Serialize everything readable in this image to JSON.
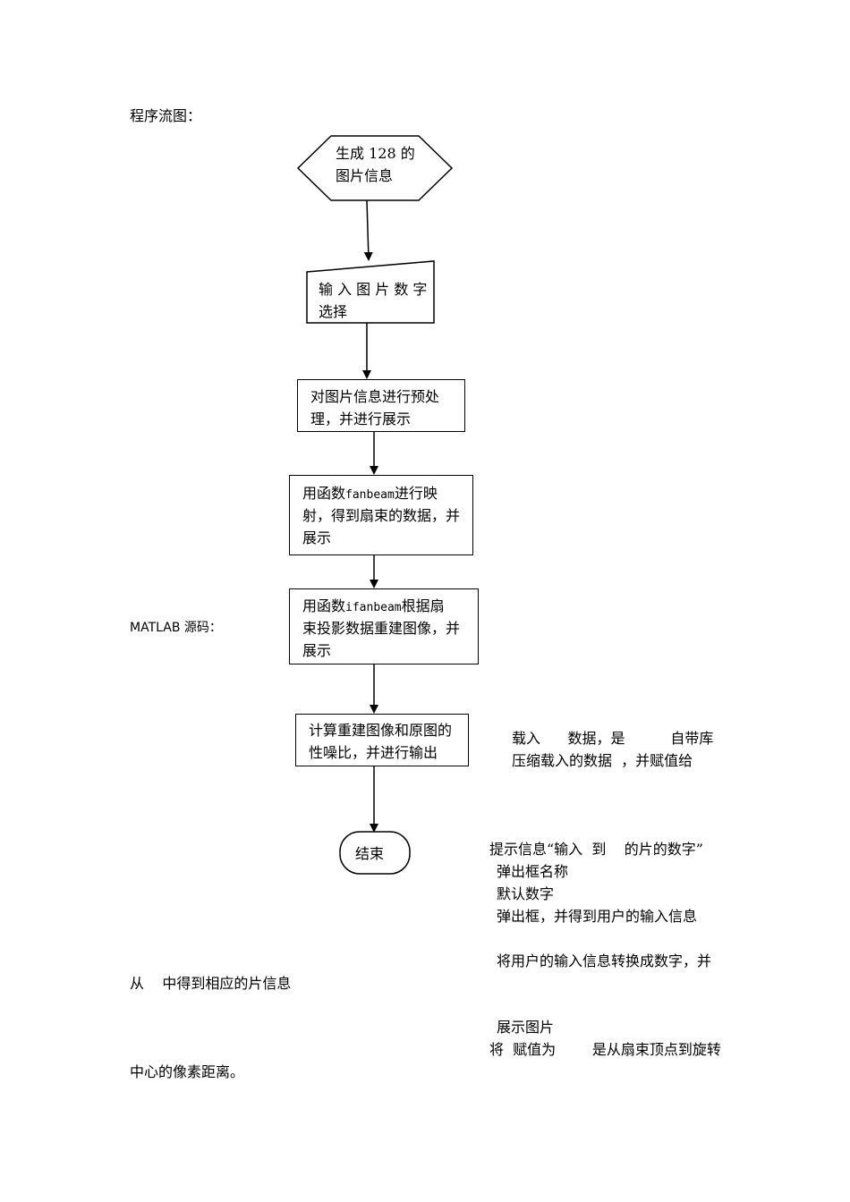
{
  "headings": {
    "flow_title": "程序流图：",
    "matlab_title": "MATLAB 源码："
  },
  "flowchart": {
    "start": {
      "line1": "生成 128 的",
      "line2": "图片信息"
    },
    "input": {
      "line1": "输 入 图 片 数 字",
      "line2": "选择"
    },
    "preprocess": {
      "line1": "对图片信息进行预处",
      "line2": "理，并进行展示"
    },
    "fanbeam": {
      "pre": "用函数",
      "func": "fanbeam",
      "post": "进行映",
      "line2": "射，得到扇束的数据，并",
      "line3": "展示"
    },
    "ifanbeam": {
      "pre": "用函数",
      "func": "ifanbeam",
      "post": "根据扇",
      "line2": "束投影数据重建图像，并",
      "line3": "展示"
    },
    "snr": {
      "line1": "计算重建图像和原图的",
      "line2": "性噪比，并进行输出"
    },
    "end": {
      "label": "结束"
    }
  },
  "notes": {
    "n1a": "载入      数据，是          自带库",
    "n1b": "压缩载入的数据  ，并赋值给",
    "n2a": "提示信息“输入  到    的片的数字”",
    "n2b": "弹出框名称",
    "n2c": "默认数字",
    "n2d": "弹出框，并得到用户的输入信息",
    "n3a": "将用户的输入信息转换成数字，并",
    "n3b": "从    中得到相应的片信息",
    "n4a": "展示图片",
    "n4b": "将  赋值为        是从扇束顶点到旋转",
    "n4c": "中心的像素距离。"
  }
}
